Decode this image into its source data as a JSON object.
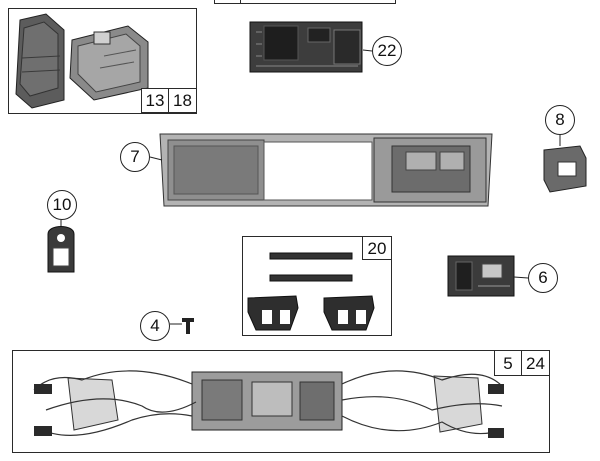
{
  "parts": {
    "housing_box_labels": [
      "13",
      "18"
    ],
    "decoder_label": "22",
    "frame_label": "7",
    "coupler_label": "8",
    "hook_label": "10",
    "contacts_box_label": "20",
    "pcb_label": "6",
    "screw_label": "4",
    "wiring_box_labels": [
      "5",
      "24"
    ]
  }
}
